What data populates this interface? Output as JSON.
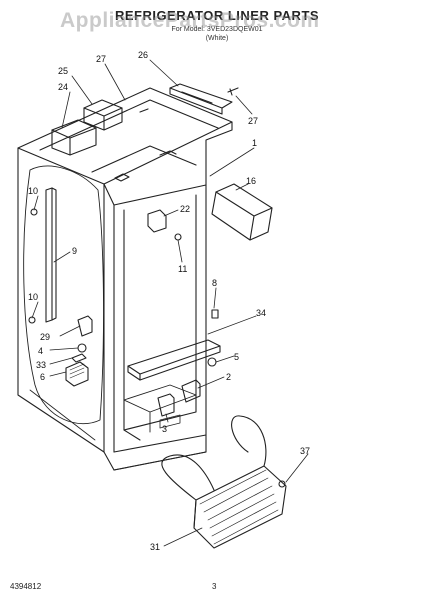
{
  "header": {
    "title": "REFRIGERATOR LINER PARTS",
    "subtitle_line1": "For Model: 3VED23DQEW01",
    "subtitle_line2": "(White)"
  },
  "watermark": "AppliancePartsPros.com",
  "callouts": {
    "c1": "1",
    "c2": "2",
    "c3": "3",
    "c4": "4",
    "c5": "5",
    "c6": "6",
    "c8": "8",
    "c9": "9",
    "c10a": "10",
    "c10b": "10",
    "c11": "11",
    "c16": "16",
    "c22": "22",
    "c24": "24",
    "c25": "25",
    "c26": "26",
    "c27a": "27",
    "c27b": "27",
    "c29": "29",
    "c31": "31",
    "c33": "33",
    "c34": "34",
    "c37": "37"
  },
  "footer": {
    "doc_number": "4394812",
    "page": "3"
  }
}
